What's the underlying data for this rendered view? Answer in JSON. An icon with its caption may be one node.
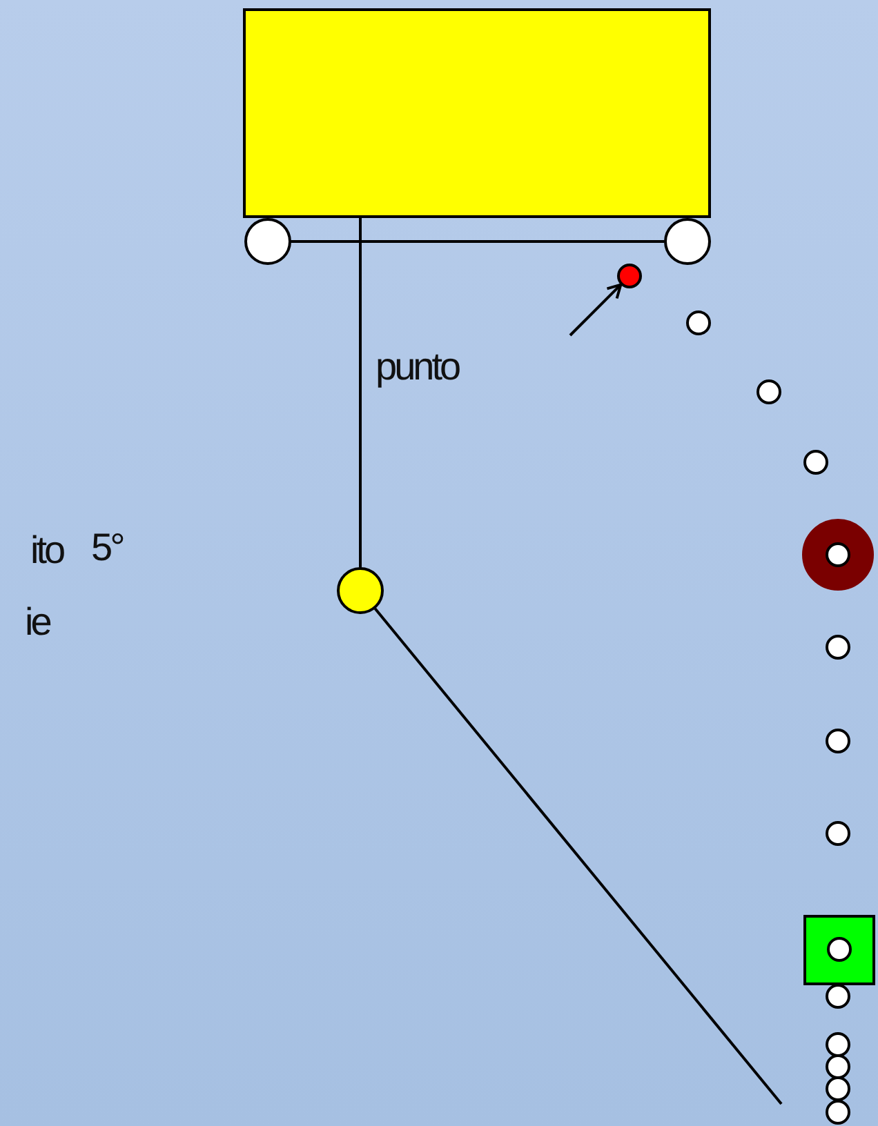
{
  "diagram": {
    "nodes": [
      {
        "text": [],
        "shape": "box"
      },
      {
        "text": [],
        "shape": "circle"
      },
      {
        "text": [],
        "shape": "circle"
      },
      {
        "text": [],
        "shape": "circle"
      },
      {
        "text": [],
        "shape": "circle"
      },
      {
        "text": [],
        "shape": "circle"
      },
      {
        "text": [],
        "shape": "circle"
      },
      {
        "text": [],
        "shape": "circle"
      },
      {
        "text": [],
        "shape": "circle"
      },
      {
        "text": [],
        "shape": "circle",
        "in": 8
      },
      {
        "text": [],
        "shape": "circle"
      },
      {
        "text": [],
        "shape": "circle"
      },
      {
        "text": [],
        "shape": "circle"
      },
      {
        "text": [],
        "shape": "box"
      },
      {
        "text": [],
        "shape": "circle",
        "in": 13
      },
      {
        "text": [],
        "shape": "circle"
      },
      {
        "text": [],
        "shape": "circle"
      },
      {
        "text": [],
        "shape": "circle"
      },
      {
        "text": [],
        "shape": "circle"
      },
      {
        "text": [],
        "shape": "circle"
      }
    ],
    "edges": [
      {
        "from": 1,
        "to": 2,
        "arrow": "none"
      },
      {
        "from": null,
        "to": 3,
        "arrow": "to"
      },
      {
        "from": 0,
        "to": 4,
        "arrow": "none"
      },
      {
        "from": 4,
        "to": null,
        "arrow": "none"
      }
    ],
    "labels": [
      "punto",
      "ito",
      "5°",
      "ie"
    ]
  }
}
